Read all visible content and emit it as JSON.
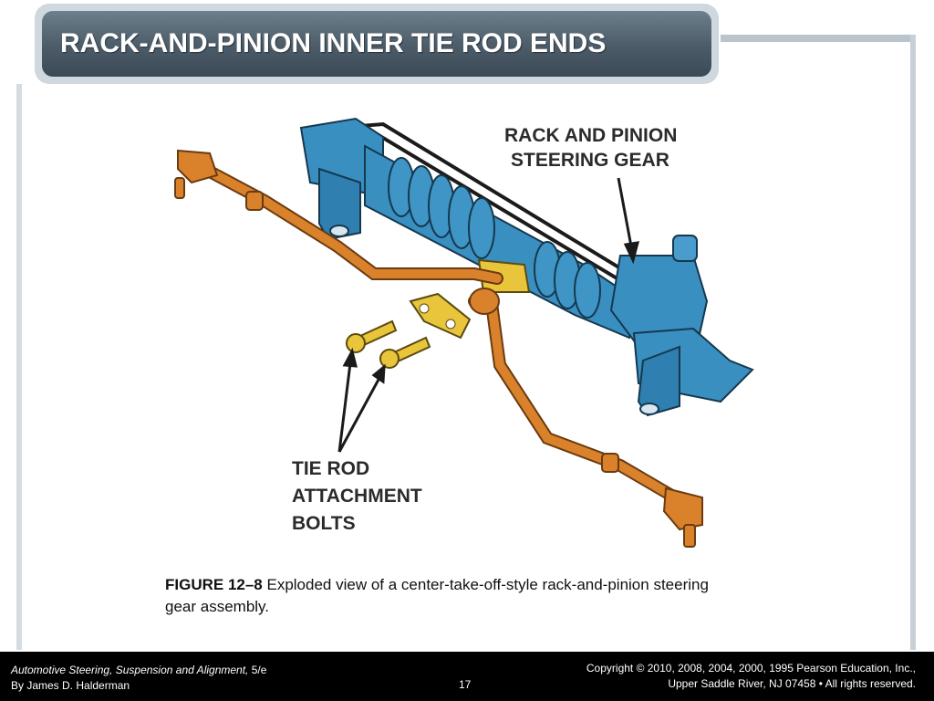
{
  "slide": {
    "title": "RACK-AND-PINION INNER TIE ROD ENDS"
  },
  "figure": {
    "callouts": {
      "gear_line1": "RACK AND PINION",
      "gear_line2": "STEERING GEAR",
      "bolts_line1": "TIE ROD",
      "bolts_line2": "ATTACHMENT",
      "bolts_line3": "BOLTS"
    },
    "colors": {
      "housing": "#3a8fc1",
      "tie_rod": "#d9822b",
      "bolt": "#e8c53a"
    }
  },
  "caption": {
    "label": "FIGURE 12–8",
    "text": " Exploded view of a center-take-off-style rack-and-pinion steering gear assembly."
  },
  "footer": {
    "book_title": "Automotive Steering, Suspension and Alignment,",
    "edition": " 5/e",
    "author": "By James D. Halderman",
    "page_number": "17",
    "copyright_line1": "Copyright © 2010, 2008, 2004, 2000, 1995 Pearson Education, Inc.,",
    "copyright_line2": "Upper Saddle River, NJ 07458 • All rights reserved."
  }
}
